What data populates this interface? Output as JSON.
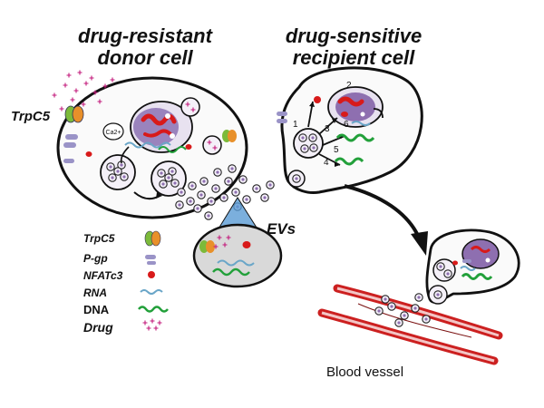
{
  "titles": {
    "donor_line1": "drug-resistant",
    "donor_line2": "donor cell",
    "recipient_line1": "drug-sensitive",
    "recipient_line2": "recipient cell"
  },
  "labels": {
    "trpc5": "TrpC5",
    "ca": "Ca2+",
    "evs": "EVs",
    "blood_vessel": "Blood vessel",
    "steps": [
      "1",
      "2",
      "3",
      "4",
      "5",
      "6"
    ]
  },
  "legend": [
    {
      "label": "TrpC5",
      "icon": "trpc5-channel-icon"
    },
    {
      "label": "P-gp",
      "icon": "pgp-icon"
    },
    {
      "label": "NFATc3",
      "icon": "nfatc3-icon"
    },
    {
      "label": "RNA",
      "icon": "rna-icon"
    },
    {
      "label": "DNA",
      "icon": "dna-icon"
    },
    {
      "label": "Drug",
      "icon": "drug-icon"
    }
  ],
  "colors": {
    "drug": "#c2187a",
    "trpc5_green": "#7cba3a",
    "trpc5_orange": "#e8902a",
    "pgp": "#9a93c7",
    "nfatc3": "#d81a1a",
    "rna": "#6aa6c8",
    "dna": "#22a03a",
    "vessel": "#cc2020",
    "nucleus": "#8e6fb0"
  }
}
